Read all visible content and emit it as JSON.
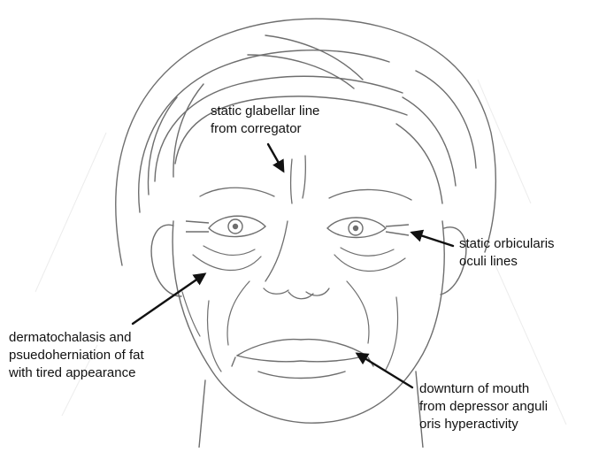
{
  "annotations": {
    "glabellar": {
      "line1": "static glabellar line",
      "line2": "from corregator"
    },
    "orbicularis": {
      "line1": "static orbicularis",
      "line2": "oculi lines"
    },
    "dermatochalasis": {
      "line1": "dermatochalasis and",
      "line2": "psuedoherniation of fat",
      "line3": "with tired appearance"
    },
    "mouth": {
      "line1": "downturn of mouth",
      "line2": "from depressor anguli",
      "line3": "oris hyperactivity"
    }
  },
  "colors": {
    "ink": "#111111",
    "sketch": "#6e6e6e",
    "background": "#ffffff"
  }
}
